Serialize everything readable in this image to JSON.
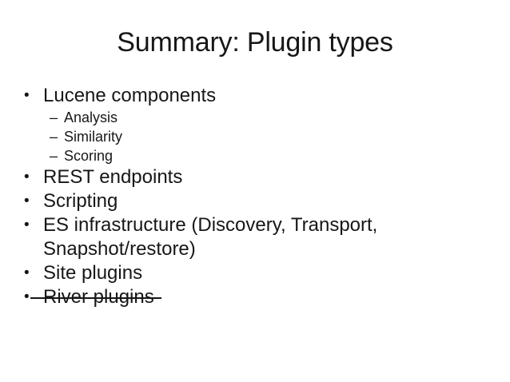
{
  "slide": {
    "title": "Summary: Plugin types",
    "background_color": "#ffffff",
    "text_color": "#171717",
    "bullet_marker": "•",
    "sub_bullet_marker": "–",
    "items": [
      {
        "text": "Lucene components",
        "level": 1,
        "struck": false,
        "children": [
          {
            "text": "Analysis",
            "level": 2,
            "struck": false
          },
          {
            "text": "Similarity",
            "level": 2,
            "struck": false
          },
          {
            "text": "Scoring",
            "level": 2,
            "struck": false
          }
        ]
      },
      {
        "text": "REST endpoints",
        "level": 1,
        "struck": false
      },
      {
        "text": "Scripting",
        "level": 1,
        "struck": false
      },
      {
        "text": "ES infrastructure (Discovery, Transport, Snapshot/restore)",
        "level": 1,
        "struck": false
      },
      {
        "text": "Site plugins",
        "level": 1,
        "struck": false
      },
      {
        "text": "River plugins",
        "level": 1,
        "struck": true
      }
    ]
  }
}
